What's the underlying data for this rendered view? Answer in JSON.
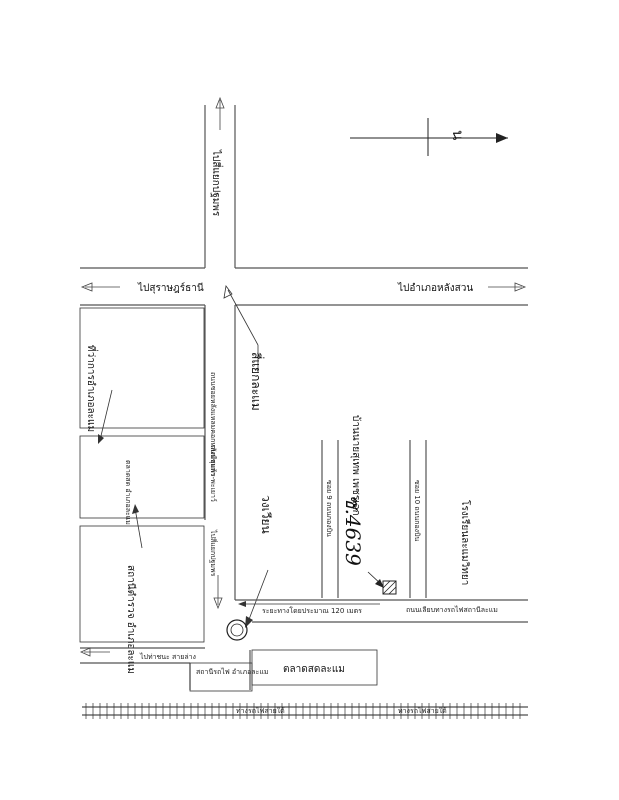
{
  "north": {
    "symbol": "น"
  },
  "roads": {
    "to_surat": "ไปสุราษฎร์ธานี",
    "to_lang_suan": "ไปอำเภอหลังสวน",
    "to_sawi": "ไปท่าชนะ สายล่าง",
    "to_tha_sae": "ไปสี่แยกปฐมพร",
    "main_street": "ถนนซอยหลังแหลมคอกหลังมือแก้ว",
    "side_street": "ถนนชุมพร-พะเยาว์",
    "soi_1": "ซอย 9 ถนนกองบิน",
    "soi_2": "ซอย 10 ถนนกองบิน",
    "station_road": "ถนนเลียบทางรถไฟสถานีละแม",
    "distance_note": "ระยะทางโดยประมาณ 120 เมตร"
  },
  "landmarks": {
    "district_office": "ที่ว่าการอำเภอละแม",
    "police": "สถานีตำรวจ อำเภอละแม",
    "junction": "สี่แยกละแม",
    "roundabout": "วงเวียน",
    "market": "ตลาดสดละแม",
    "station": "สถานีรถไฟ อำเภอละแม",
    "school": "โรงเรียนละแมวิทยา",
    "small_block": "ตลาดสด อำเภอละแม",
    "house": "บ้านนายสุเทพ เพชรเอก",
    "house_number": "ซ.4639"
  },
  "railway": {
    "label_left": "ทางรถไฟสายใต้",
    "label_right": "ทางรถไฟสายใต้"
  }
}
